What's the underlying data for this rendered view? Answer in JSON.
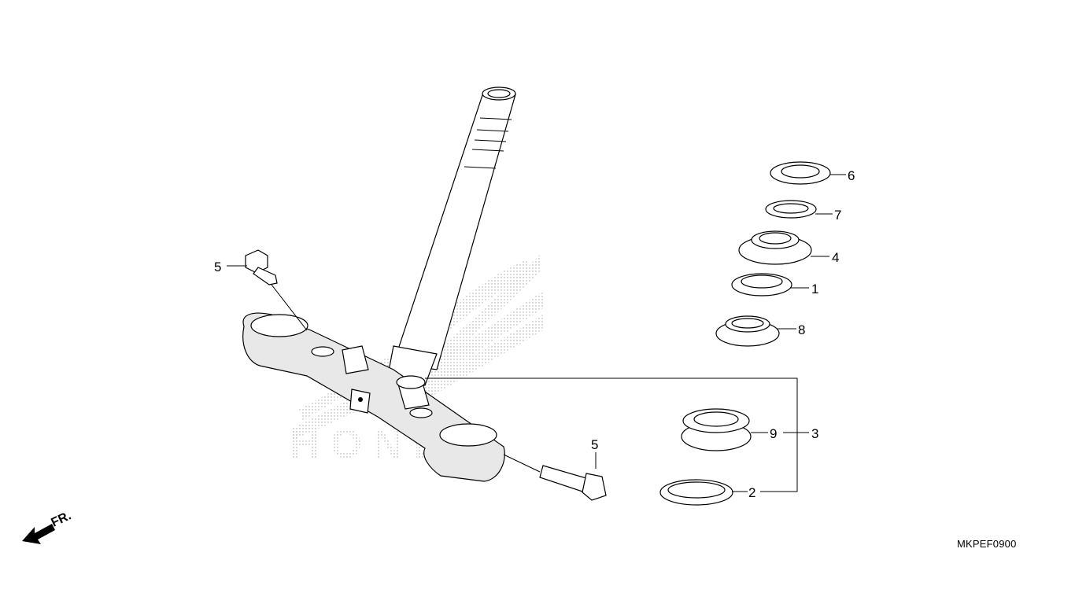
{
  "diagram": {
    "callouts": {
      "c1": "1",
      "c2": "2",
      "c3": "3",
      "c4": "4",
      "c5a": "5",
      "c5b": "5",
      "c6": "6",
      "c7": "7",
      "c8": "8",
      "c9": "9"
    },
    "front_arrow_label": "FR.",
    "watermark_text": "HONDA",
    "diagram_code": "MKPEF0900"
  }
}
